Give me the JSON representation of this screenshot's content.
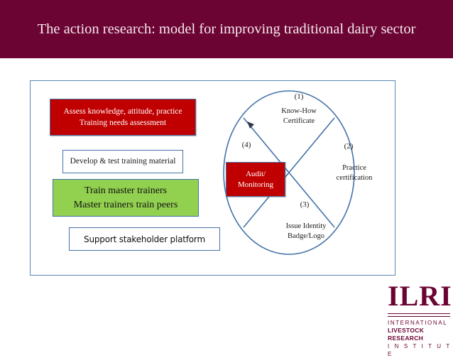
{
  "slide": {
    "title": "The action research: model for improving traditional dairy sector",
    "banner_color": "#6B0432",
    "title_color": "#F6E9EF"
  },
  "flow_steps": [
    {
      "name": "assess",
      "line1": "Assess knowledge, attitude, practice",
      "line2": "Training needs assessment",
      "fill": "#C00000",
      "text_color": "#FFFFFF"
    },
    {
      "name": "develop",
      "line1": "Develop & test training material",
      "line2": "",
      "fill": "#FFFFFF",
      "text_color": "#1A1A1A"
    },
    {
      "name": "train",
      "line1": "Train master trainers",
      "line2": "Master trainers train peers",
      "fill": "#92D050",
      "text_color": "#111111"
    },
    {
      "name": "support",
      "line1": "Support stakeholder platform",
      "line2": "",
      "fill": "#FFFFFF",
      "text_color": "#111111"
    }
  ],
  "wheel": {
    "outline_color": "#4472A8",
    "segments": [
      {
        "number": "(1)",
        "line1": "Know-How",
        "line2": "Certificate"
      },
      {
        "number": "(2)",
        "line1": "Practice",
        "line2": "certification"
      },
      {
        "number": "(3)",
        "line1": "Issue Identity",
        "line2": "Badge/Logo"
      },
      {
        "number": "(4)",
        "line1": "Audit/",
        "line2": "Monitoring",
        "fill": "#C00000",
        "text_color": "#FFFFFF"
      }
    ]
  },
  "logo": {
    "wordmark": "ILRI",
    "line1": "INTERNATIONAL",
    "line2": "LIVESTOCK RESEARCH",
    "line3": "I N S T I T U T E",
    "color": "#6B0432"
  },
  "frame": {
    "border_color": "#5C87B2"
  }
}
